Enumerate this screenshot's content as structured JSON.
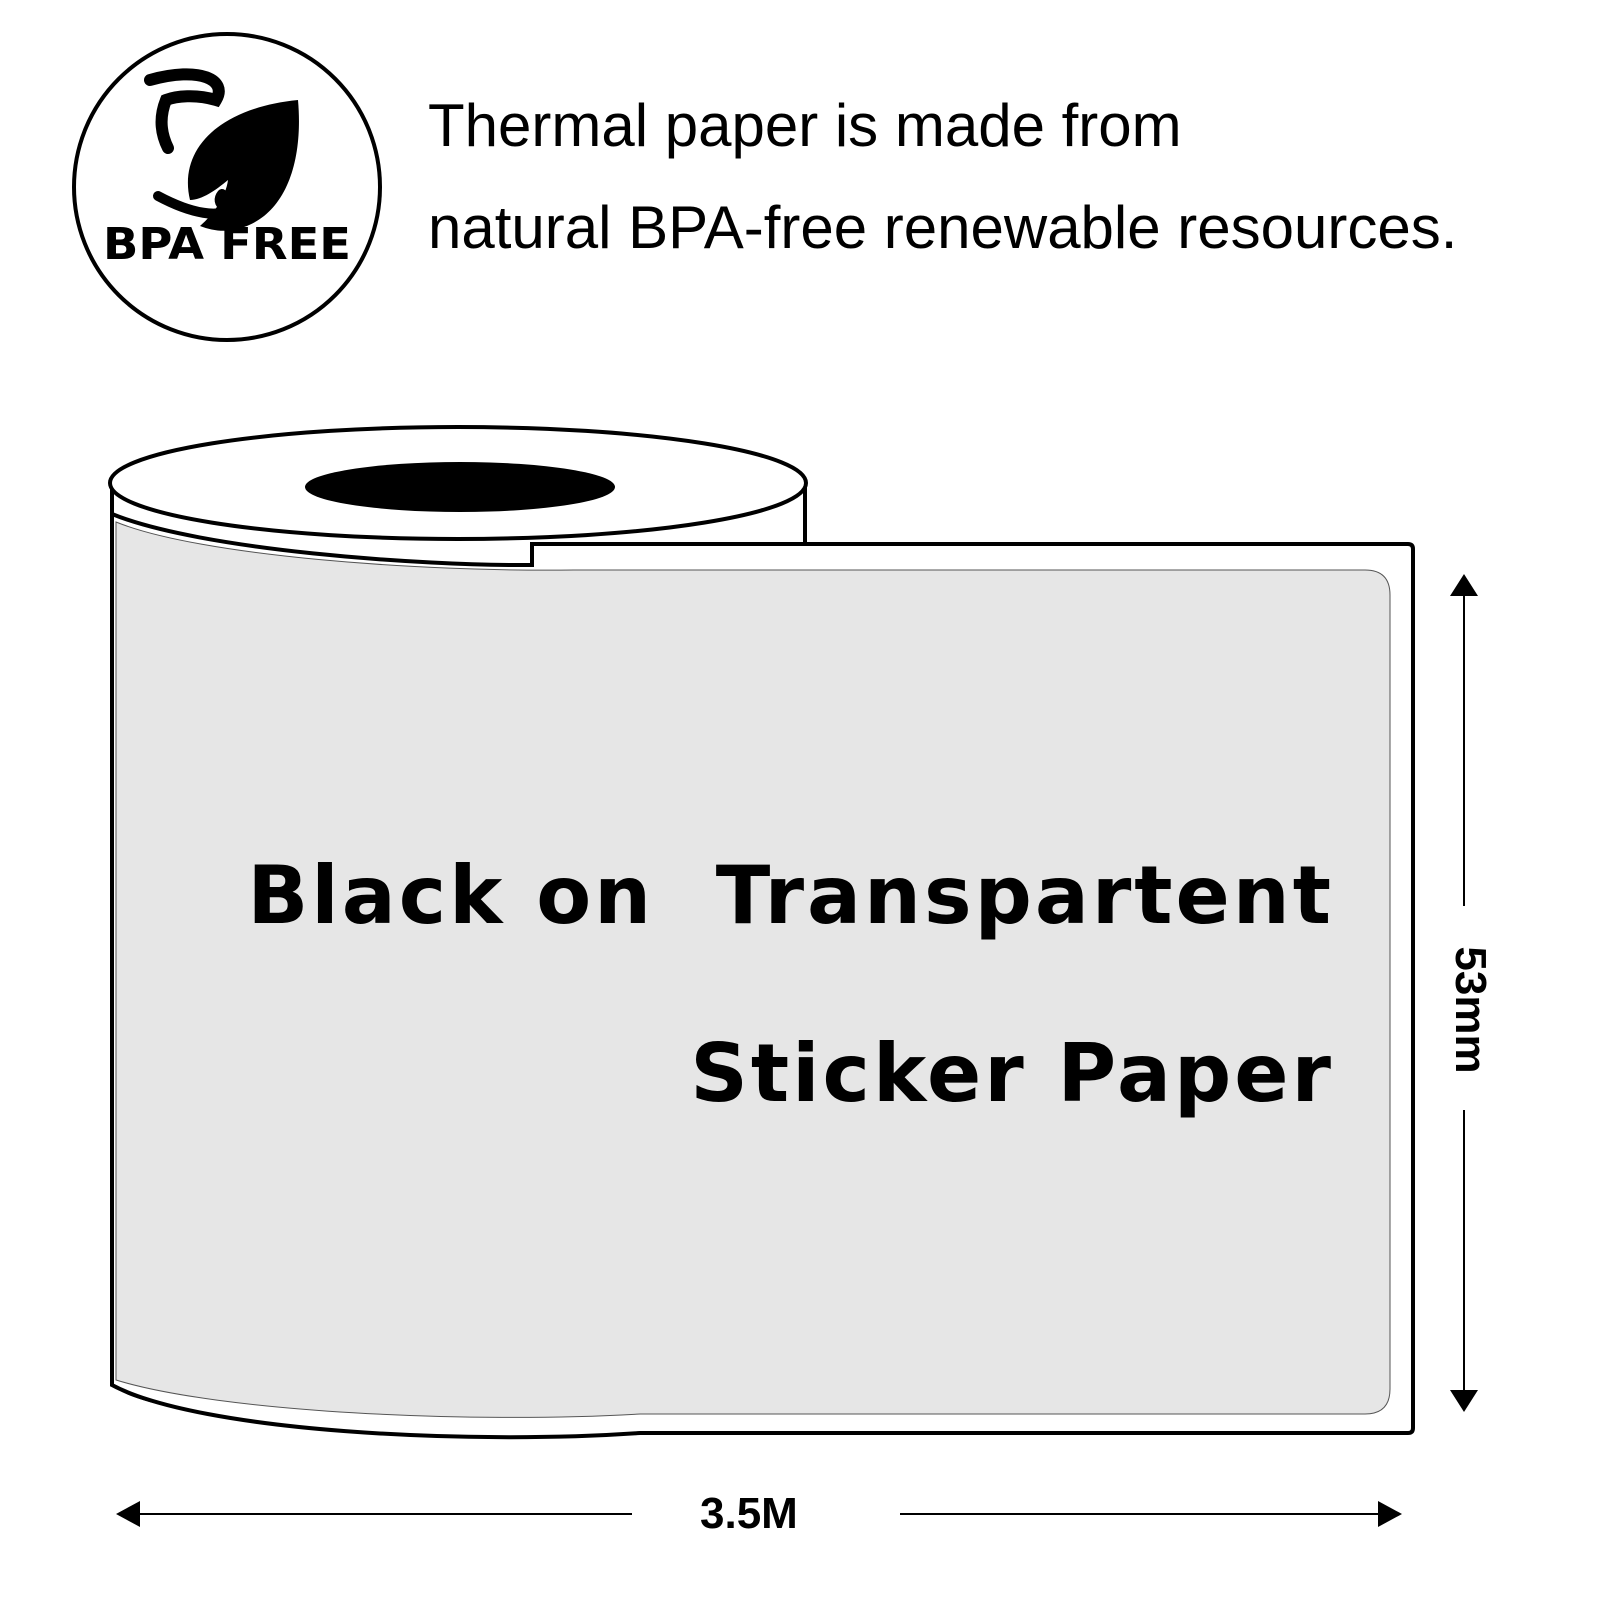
{
  "badge": {
    "icon": "leaf-icon",
    "text": "BPA FREE"
  },
  "headline": {
    "line1": "Thermal paper is made from",
    "line2": "natural BPA-free renewable resources."
  },
  "product": {
    "title_line1": "Black on  Transpartent",
    "title_line2": "Sticker Paper",
    "label_color": "#e6e6e6",
    "core_color": "#000000"
  },
  "dimensions": {
    "height_label": "53mm",
    "length_label": "3.5M"
  }
}
